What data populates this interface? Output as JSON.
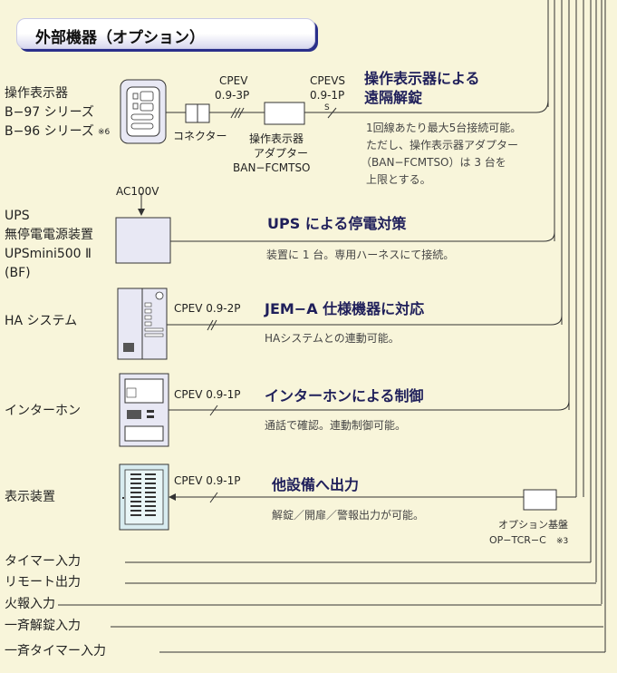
{
  "title": "外部機器（オプション）",
  "devices": {
    "operation_panel": {
      "line1": "操作表示器",
      "line2": "B−97 シリーズ",
      "line3": "B−96 シリーズ",
      "note_mark": "※6"
    },
    "ups": {
      "line1": "UPS",
      "line2": "無停電電源装置",
      "line3": "UPSmini500 Ⅱ",
      "line4": "(BF)"
    },
    "ha_system": {
      "label": "HA システム"
    },
    "intercom": {
      "label": "インターホン"
    },
    "display": {
      "label": "表示装置"
    }
  },
  "cables": {
    "cpev_093p": {
      "line1": "CPEV",
      "line2": "0.9-3P"
    },
    "cpevs_091p": {
      "line1": "CPEVS",
      "line2": "0.9-1P",
      "mark": "S"
    },
    "cpev_092p": "CPEV 0.9-2P",
    "cpev_091p_intercom": "CPEV 0.9-1P",
    "cpev_091p_display": "CPEV 0.9-1P"
  },
  "connector_label": "コネクター",
  "adapter": {
    "line1": "操作表示器",
    "line2": "アダプター",
    "line3": "BAN−FCMTSO"
  },
  "ac_label": "AC100V",
  "features": {
    "remote_unlock": {
      "line1": "操作表示器による",
      "line2": "遠隔解錠",
      "note1": "1回線あたり最大5台接続可能。",
      "note2": "ただし、操作表示器アダプター",
      "note3": "（BAN−FCMTSO）は 3 台を",
      "note4": "上限とする。"
    },
    "ups": {
      "title": "UPS による停電対策",
      "note": "装置に 1 台。専用ハーネスにて接続。"
    },
    "jem": {
      "title": "JEM−A 仕様機器に対応",
      "note": "HAシステムとの連動可能。"
    },
    "intercom": {
      "title": "インターホンによる制御",
      "note": "通話で確認。連動制御可能。"
    },
    "output": {
      "title": "他設備へ出力",
      "note": "解錠／開扉／警報出力が可能。"
    }
  },
  "option_board": {
    "line1": "オプション基盤",
    "line2": "OP−TCR−C",
    "note_mark": "※3"
  },
  "inputs": [
    "タイマー入力",
    "リモート出力",
    "火報入力",
    "一斉解錠入力",
    "一斉タイマー入力"
  ],
  "colors": {
    "background": "#f8f5da",
    "device_fill": "#e8e8f4",
    "banner_shadow": "#2a2f8a",
    "title": "#1f1f5a"
  }
}
